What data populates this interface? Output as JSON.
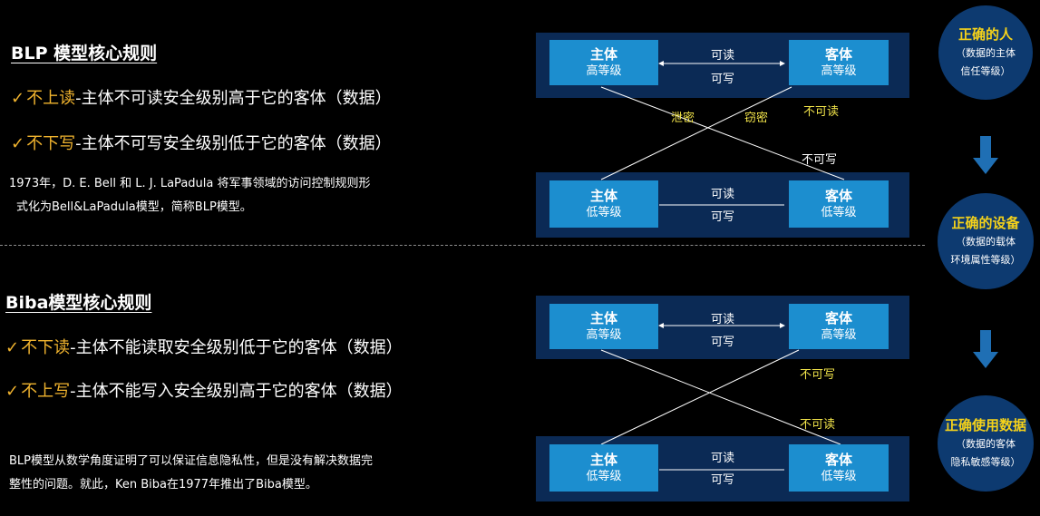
{
  "blp": {
    "heading": "BLP 模型核心规则",
    "rules": [
      {
        "check": "✓",
        "keyword": "不上读",
        "text": "-主体不可读安全级别高于它的客体（数据）"
      },
      {
        "check": "✓",
        "keyword": "不下写",
        "text": "-主体不可写安全级别低于它的客体（数据）"
      }
    ],
    "desc_line1": "1973年，D. E. Bell 和 L. J. LaPadula 将军事领域的访问控制规则形",
    "desc_line2": "式化为Bell&LaPadula模型，简称BLP模型。"
  },
  "biba": {
    "heading": "Biba模型核心规则",
    "rules": [
      {
        "check": "✓",
        "keyword": "不下读",
        "text": "-主体不能读取安全级别低于它的客体（数据）"
      },
      {
        "check": "✓",
        "keyword": "不上写",
        "text": "-主体不能写入安全级别高于它的客体（数据）"
      }
    ],
    "desc_line1": "BLP模型从数学角度证明了可以保证信息隐私性，但是没有解决数据完",
    "desc_line2": "整性的问题。就此，Ken Biba在1977年推出了Biba模型。"
  },
  "diagram_top": {
    "high_subject": {
      "title": "主体",
      "level": "高等级"
    },
    "high_object": {
      "title": "客体",
      "level": "高等级"
    },
    "low_subject": {
      "title": "主体",
      "level": "低等级"
    },
    "low_object": {
      "title": "客体",
      "level": "低等级"
    },
    "high_read": "可读",
    "high_write": "可写",
    "low_read": "可读",
    "low_write": "可写",
    "leak": "泄密",
    "steal": "窃密",
    "cannot_read": "不可读",
    "cannot_write": "不可写"
  },
  "diagram_bottom": {
    "high_subject": {
      "title": "主体",
      "level": "高等级"
    },
    "high_object": {
      "title": "客体",
      "level": "高等级"
    },
    "low_subject": {
      "title": "主体",
      "level": "低等级"
    },
    "low_object": {
      "title": "客体",
      "level": "低等级"
    },
    "high_read": "可读",
    "high_write": "可写",
    "low_read": "可读",
    "low_write": "可写",
    "cannot_write_top": "不可写",
    "cannot_read_bottom": "不可读"
  },
  "sidebar": {
    "circles": [
      {
        "title": "正确的人",
        "sub1": "（数据的主体",
        "sub2": "信任等级）"
      },
      {
        "title": "正确的设备",
        "sub1": "（数据的载体",
        "sub2": "环境属性等级）"
      },
      {
        "title": "正确使用数据",
        "sub1": "（数据的客体",
        "sub2": "隐私敏感等级）"
      }
    ]
  },
  "colors": {
    "accent": "#f0b32e",
    "box_blue": "#1c8ecf",
    "panel_navy": "#0b2a55",
    "circle_navy": "#0d3a70",
    "label_yellow": "#f2e44a"
  }
}
